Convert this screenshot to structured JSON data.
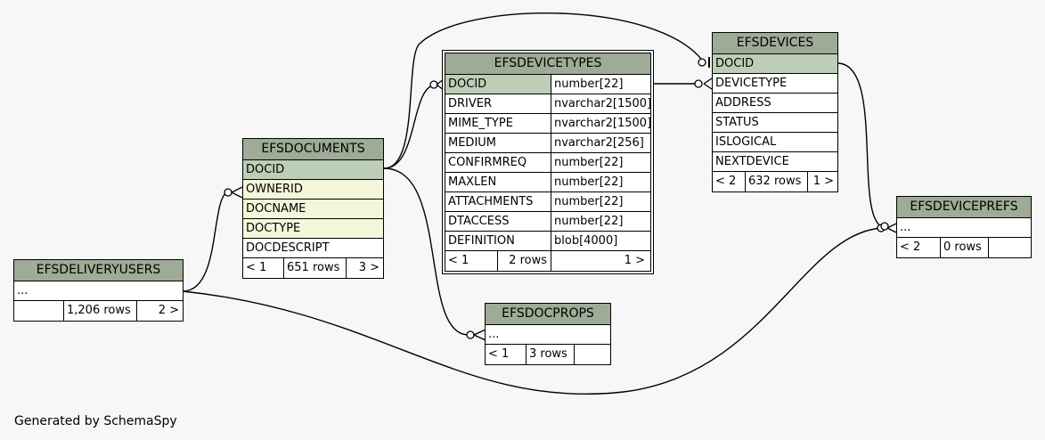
{
  "tables": {
    "efsdevicetypes": {
      "name": "EFSDEVICETYPES",
      "columns": [
        {
          "name": "DOCID",
          "type": "number[22]"
        },
        {
          "name": "DRIVER",
          "type": "nvarchar2[1500]"
        },
        {
          "name": "MIME_TYPE",
          "type": "nvarchar2[1500]"
        },
        {
          "name": "MEDIUM",
          "type": "nvarchar2[256]"
        },
        {
          "name": "CONFIRMREQ",
          "type": "number[22]"
        },
        {
          "name": "MAXLEN",
          "type": "number[22]"
        },
        {
          "name": "ATTACHMENTS",
          "type": "number[22]"
        },
        {
          "name": "DTACCESS",
          "type": "number[22]"
        },
        {
          "name": "DEFINITION",
          "type": "blob[4000]"
        }
      ],
      "footer": {
        "left": "< 1",
        "rows": "2 rows",
        "right": "1 >"
      }
    },
    "efsdevices": {
      "name": "EFSDEVICES",
      "columns": [
        "DOCID",
        "DEVICETYPE",
        "ADDRESS",
        "STATUS",
        "ISLOGICAL",
        "NEXTDEVICE"
      ],
      "footer": {
        "left": "< 2",
        "rows": "632 rows",
        "right": "1 >"
      }
    },
    "efsdocuments": {
      "name": "EFSDOCUMENTS",
      "columns": [
        "DOCID",
        "OWNERID",
        "DOCNAME",
        "DOCTYPE",
        "DOCDESCRIPT"
      ],
      "footer": {
        "left": "< 1",
        "rows": "651 rows",
        "right": "3 >"
      }
    },
    "efsdeliveryusers": {
      "name": "EFSDELIVERYUSERS",
      "columns": [
        "..."
      ],
      "footer": {
        "left": "",
        "rows": "1,206 rows",
        "right": "2 >"
      }
    },
    "efsdevicepefs": {
      "name": "EFSDEVICEPREFS",
      "columns": [
        "..."
      ],
      "footer": {
        "left": "< 2",
        "rows": "0 rows",
        "right": ""
      }
    },
    "efsdocprops": {
      "name": "EFSDOCPROPS",
      "columns": [
        "..."
      ],
      "footer": {
        "left": "< 1",
        "rows": "3 rows",
        "right": ""
      }
    }
  },
  "generated_by": "Generated by SchemaSpy",
  "colors": {
    "header": "#9eab96",
    "primary_key": "#bccfb6",
    "foreign_key": "#f4f7da",
    "background": "#f7f7f7"
  }
}
